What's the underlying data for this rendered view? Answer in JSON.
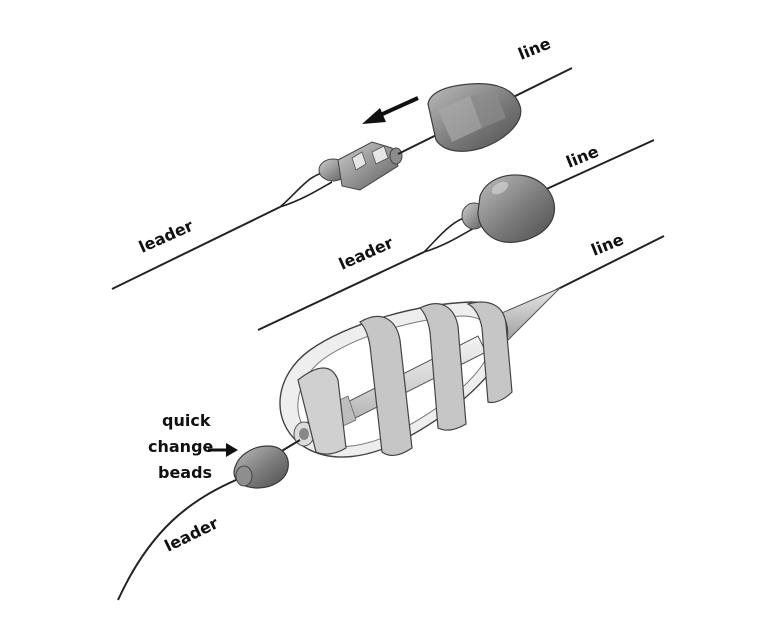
{
  "labels": {
    "line_1": "line",
    "leader_1": "leader",
    "line_2": "line",
    "leader_2": "leader",
    "line_3": "line",
    "quick_change_beads": [
      "quick",
      "change",
      "beads"
    ],
    "leader_3": "leader"
  },
  "colors": {
    "line": "#222222",
    "metal_dark": "#6b6b6b",
    "metal_mid": "#9a9a9a",
    "metal_light": "#d8d8d8",
    "frame": "#b9b9b9",
    "body_fill": "#ececec"
  }
}
